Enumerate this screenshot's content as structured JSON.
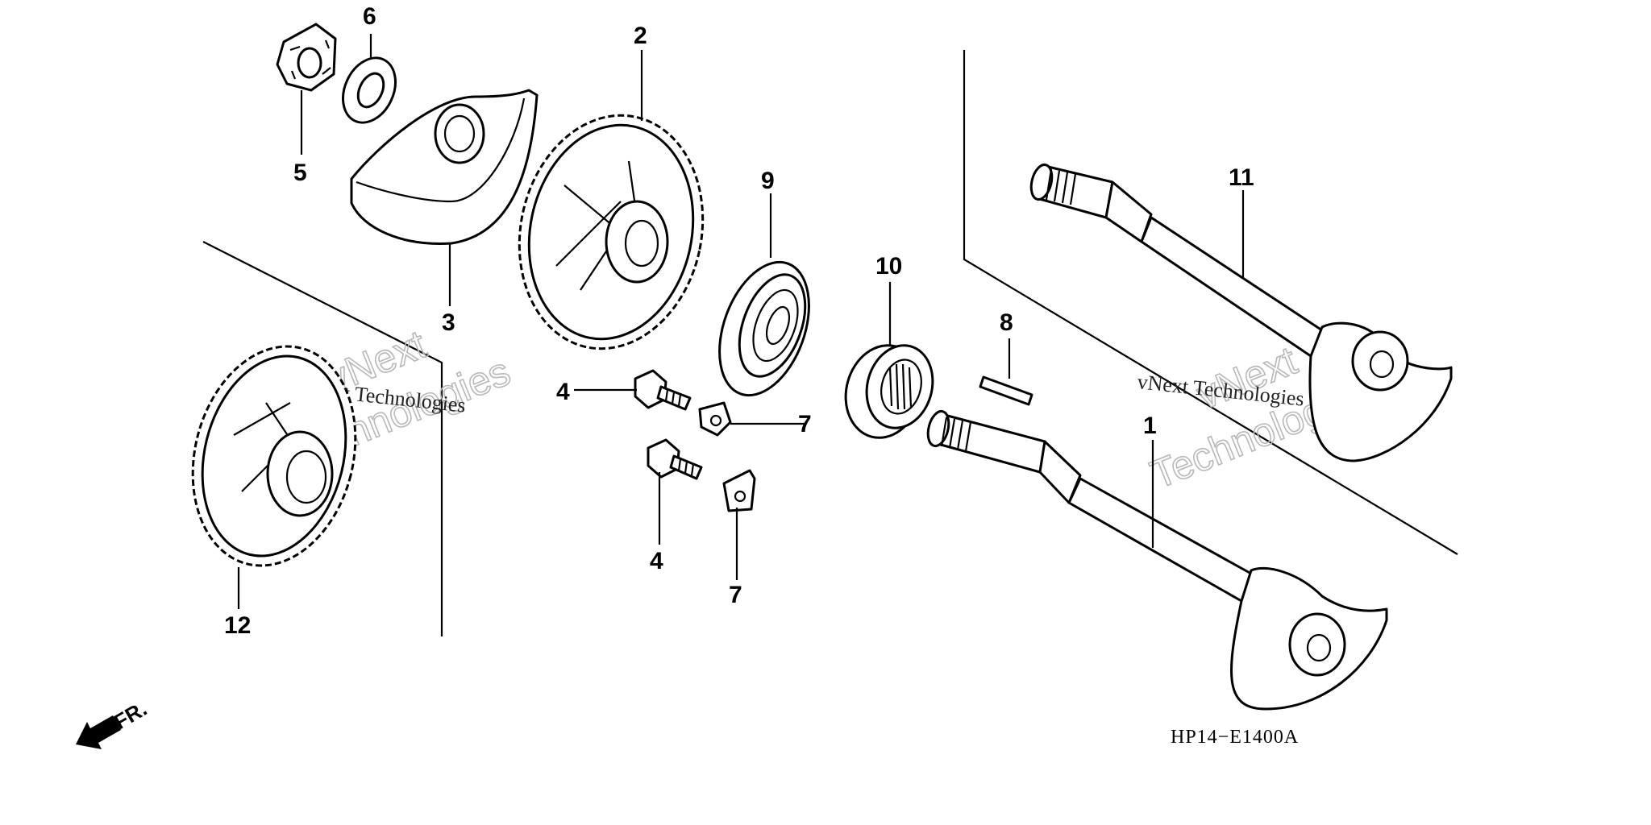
{
  "diagram": {
    "drawing_code": "HP14−E1400A",
    "front_marker": "FR.",
    "watermark_main": "vNext",
    "watermark_sub": "Technologies",
    "watermark_inline": "vNext Technologies",
    "callouts": {
      "c1": "1",
      "c2": "2",
      "c3": "3",
      "c4a": "4",
      "c4b": "4",
      "c5": "5",
      "c6": "6",
      "c7a": "7",
      "c7b": "7",
      "c8": "8",
      "c9": "9",
      "c10": "10",
      "c11": "11",
      "c12": "12"
    }
  }
}
